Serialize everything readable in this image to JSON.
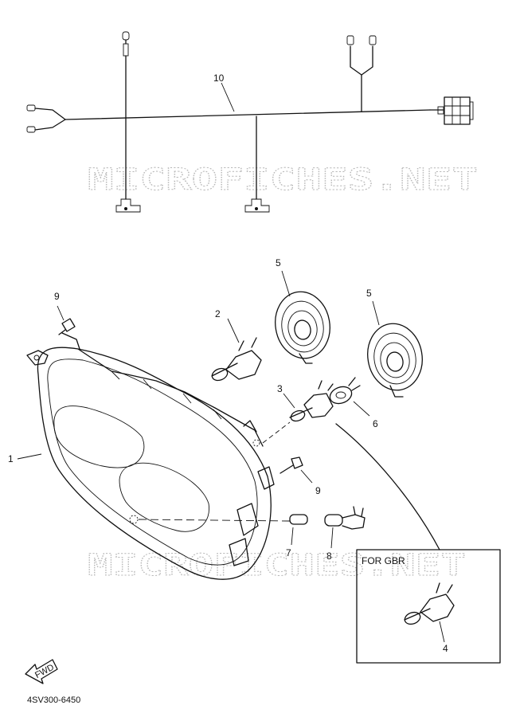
{
  "watermark": "MICROFICHES.NET",
  "callouts": {
    "p1": "1",
    "p2": "2",
    "p3": "3",
    "p4": "4",
    "p5a": "5",
    "p5b": "5",
    "p6": "6",
    "p7": "7",
    "p8": "8",
    "p9a": "9",
    "p9b": "9",
    "p10": "10"
  },
  "gbr_box": {
    "label": "FOR GBR"
  },
  "fwd_arrow": {
    "label": "FWD"
  },
  "diagram_code": "4SV300-6450"
}
